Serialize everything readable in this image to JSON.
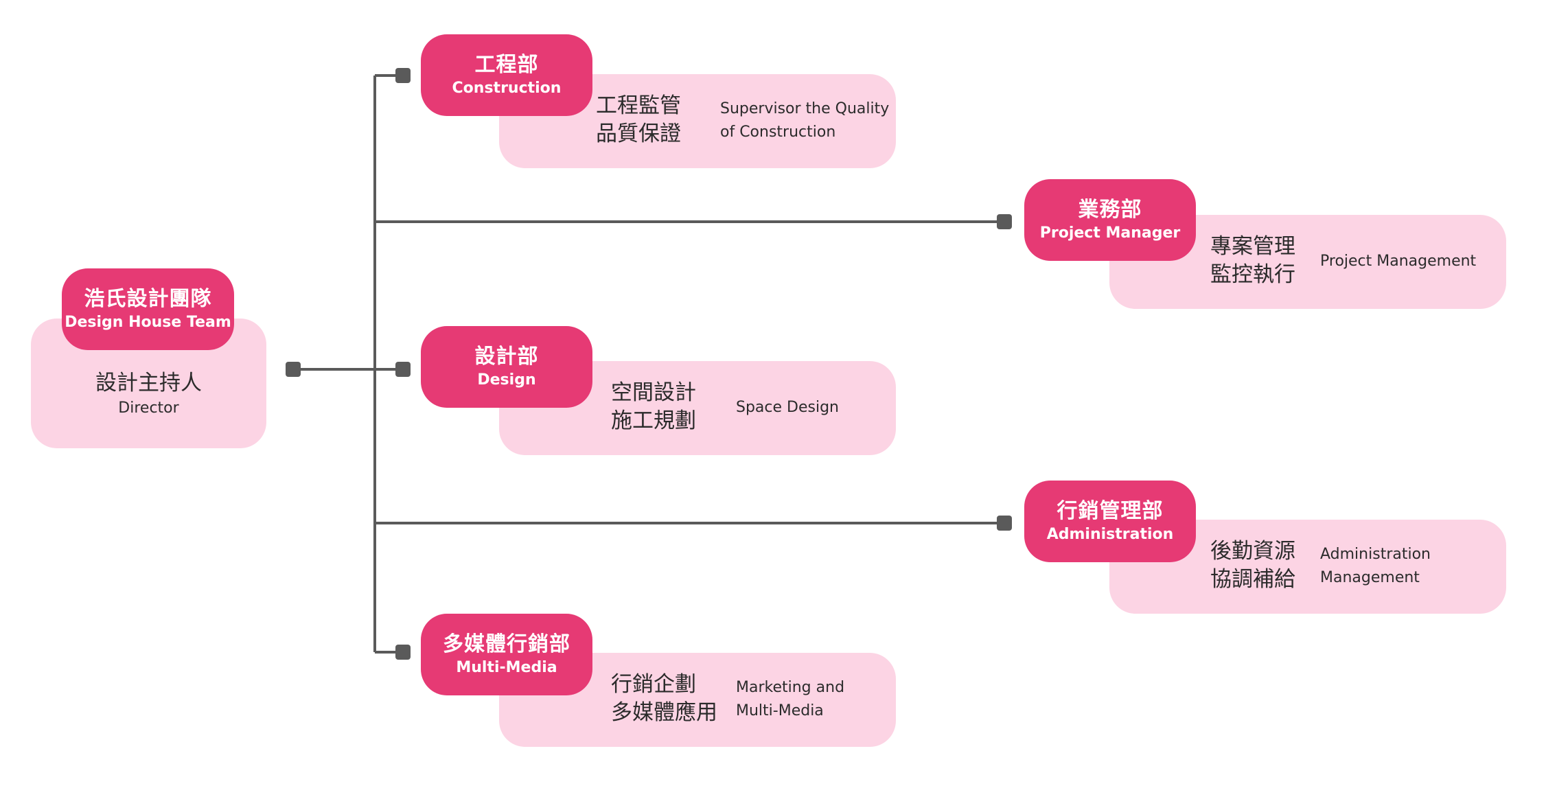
{
  "colors": {
    "header_bg": "#e63a74",
    "card_bg": "#fcd4e4",
    "connector": "#5a5a5a",
    "text": "#2b2b2b"
  },
  "root": {
    "title_zh": "浩氏設計團隊",
    "title_en": "Design House Team",
    "role_zh": "設計主持人",
    "role_en": "Director"
  },
  "departments": [
    {
      "title_zh": "工程部",
      "title_en": "Construction",
      "desc_zh": "工程監管\n品質保證",
      "desc_en": "Supervisor the Quality\nof Construction"
    },
    {
      "title_zh": "業務部",
      "title_en": "Project Manager",
      "desc_zh": "專案管理\n監控執行",
      "desc_en": "Project Management"
    },
    {
      "title_zh": "設計部",
      "title_en": "Design",
      "desc_zh": "空間設計\n施工規劃",
      "desc_en": "Space Design"
    },
    {
      "title_zh": "行銷管理部",
      "title_en": "Administration",
      "desc_zh": "後勤資源\n協調補給",
      "desc_en": "Administration\nManagement"
    },
    {
      "title_zh": "多媒體行銷部",
      "title_en": "Multi-Media",
      "desc_zh": "行銷企劃\n多媒體應用",
      "desc_en": "Marketing and\nMulti-Media"
    }
  ]
}
